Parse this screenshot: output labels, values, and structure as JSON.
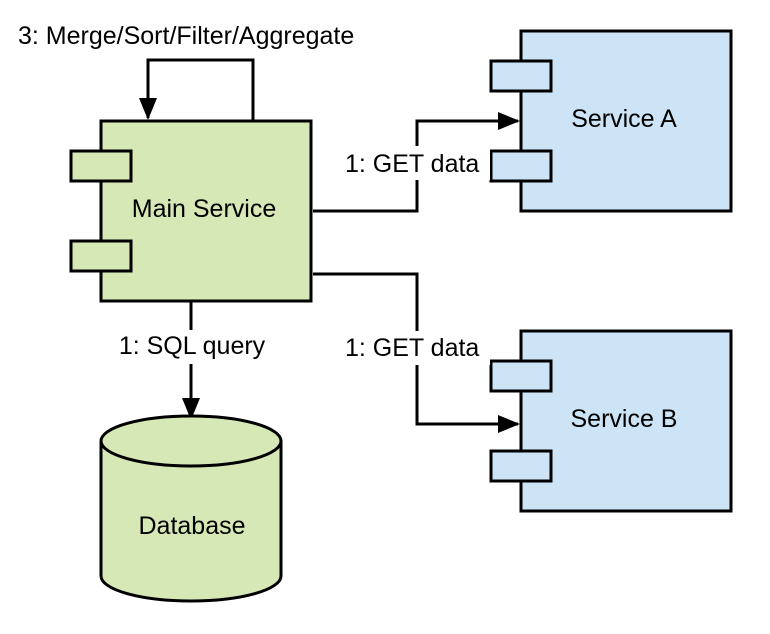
{
  "nodes": {
    "main_service": "Main Service",
    "service_a": "Service A",
    "service_b": "Service B",
    "database": "Database"
  },
  "edges": {
    "self_loop": "3: Merge/Sort/Filter/Aggregate",
    "to_service_a": "1: GET data",
    "to_service_b": "1: GET data",
    "to_database": "1: SQL query"
  },
  "colors": {
    "component_green": "#d5e8b5",
    "component_blue": "#cce4f6",
    "stroke": "#000000"
  }
}
